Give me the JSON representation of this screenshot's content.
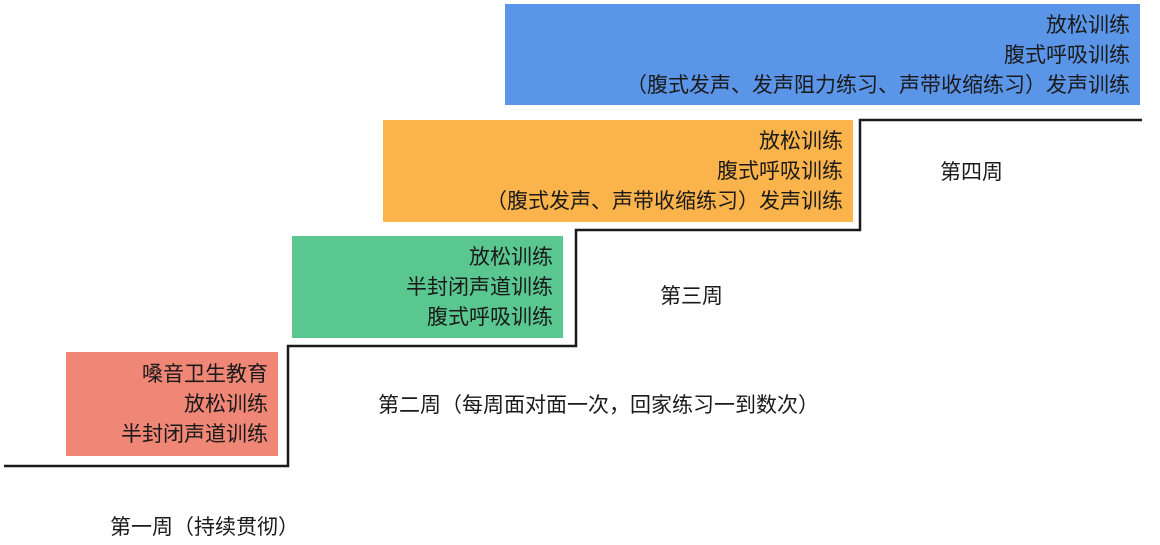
{
  "colors": {
    "week1_box": "#ef8676",
    "week2_box": "#59c78f",
    "week3_box": "#fbb34b",
    "week4_box": "#5b95e8",
    "stair_line": "#1a1a1a"
  },
  "weeks": [
    {
      "label": "第一周（持续贯彻）",
      "items": [
        "嗓音卫生教育",
        "放松训练",
        "半封闭声道训练"
      ]
    },
    {
      "label": "第二周（每周面对面一次，回家练习一到数次）",
      "items": [
        "放松训练",
        "半封闭声道训练",
        "腹式呼吸训练"
      ]
    },
    {
      "label": "第三周",
      "items": [
        "放松训练",
        "腹式呼吸训练",
        "（腹式发声、声带收缩练习）发声训练"
      ]
    },
    {
      "label": "第四周",
      "items": [
        "放松训练",
        "腹式呼吸训练",
        "（腹式发声、发声阻力练习、声带收缩练习）发声训练"
      ]
    }
  ]
}
